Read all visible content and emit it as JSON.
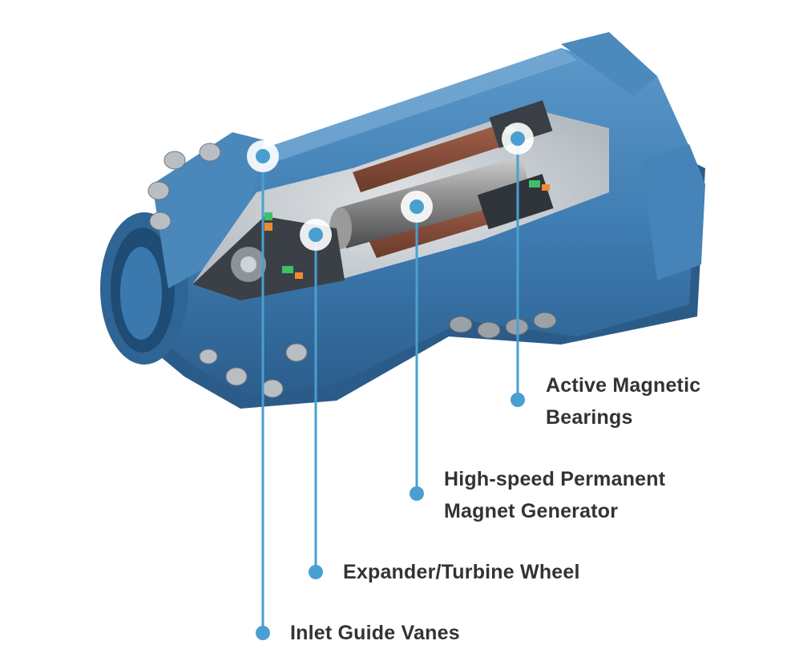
{
  "callouts": [
    {
      "id": "amb",
      "lines": [
        "Active Magnetic",
        "Bearings"
      ]
    },
    {
      "id": "pmg",
      "lines": [
        "High-speed Permanent",
        "Magnet Generator"
      ]
    },
    {
      "id": "wheel",
      "lines": [
        "Expander/Turbine Wheel"
      ]
    },
    {
      "id": "igv",
      "lines": [
        "Inlet Guide Vanes"
      ]
    }
  ],
  "colors": {
    "leader": "#4a9fd1",
    "housing": "#3a78ad",
    "housing_dark": "#2a5a87",
    "housing_light": "#5b95c7",
    "label_text": "#333333"
  }
}
